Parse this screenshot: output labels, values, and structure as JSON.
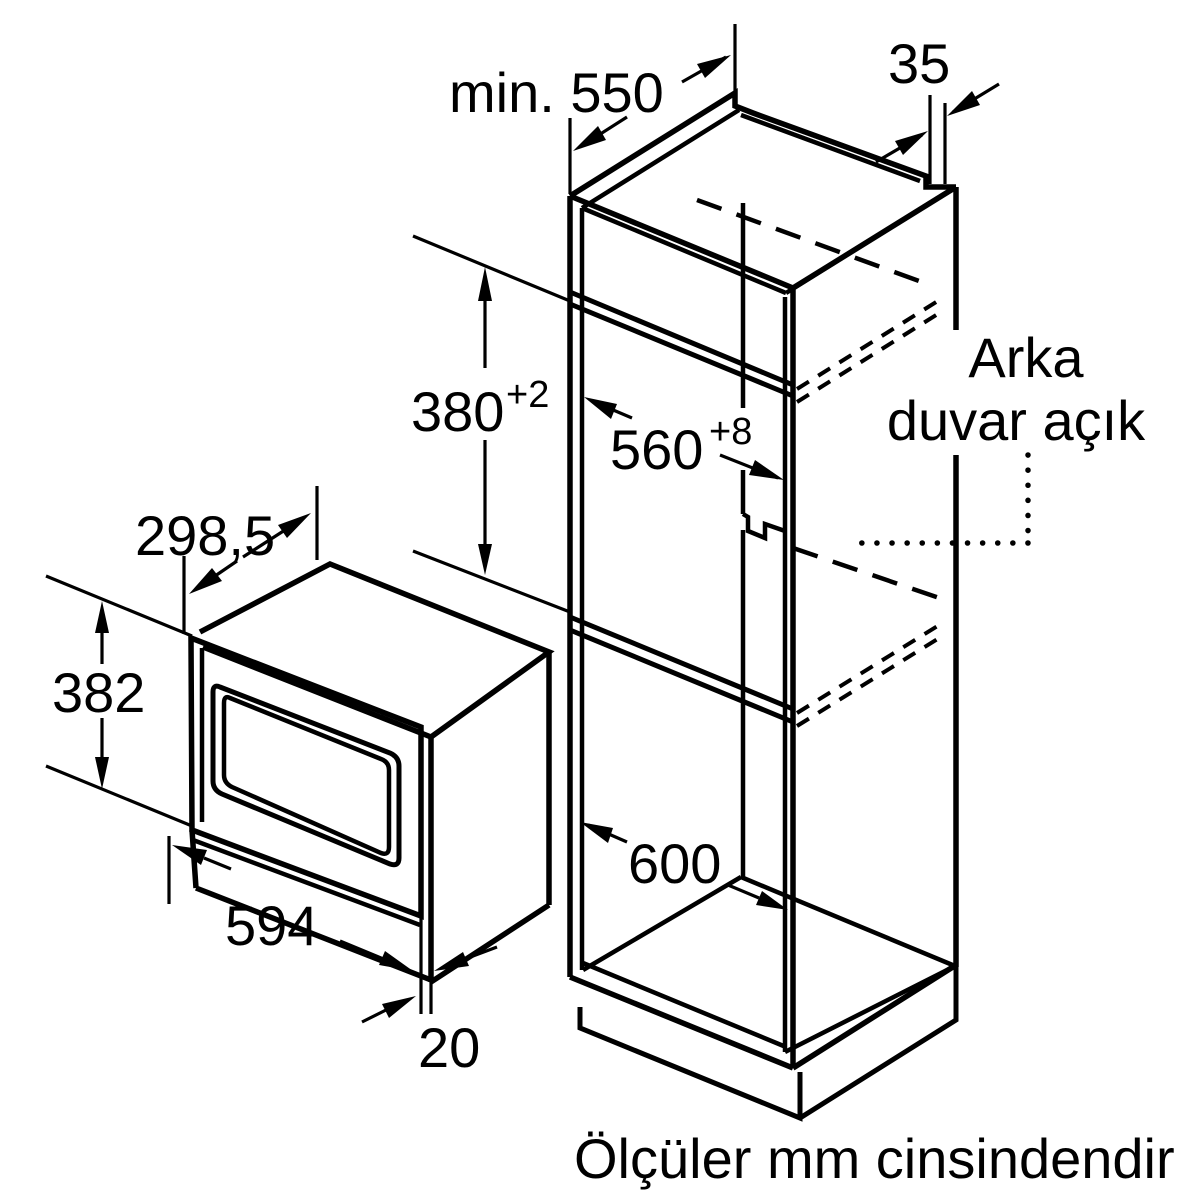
{
  "diagram": {
    "type": "built-in microwave installation drawing",
    "unit_note": "Ölçüler mm cinsindendir",
    "annotation": {
      "line1": "Arka",
      "line2": "duvar açık"
    },
    "dimensions": {
      "min_depth": {
        "value": "min. 550"
      },
      "rear_gap": {
        "value": "35"
      },
      "niche_height": {
        "value": "380",
        "tolerance": "+2"
      },
      "niche_width": {
        "value": "560",
        "tolerance": "+8"
      },
      "half_depth": {
        "value": "298,5"
      },
      "appliance_height": {
        "value": "382"
      },
      "appliance_width": {
        "value": "594"
      },
      "door_overhang": {
        "value": "20"
      },
      "cabinet_width": {
        "value": "600"
      }
    },
    "colors": {
      "line": "#000000",
      "background": "#ffffff"
    }
  }
}
